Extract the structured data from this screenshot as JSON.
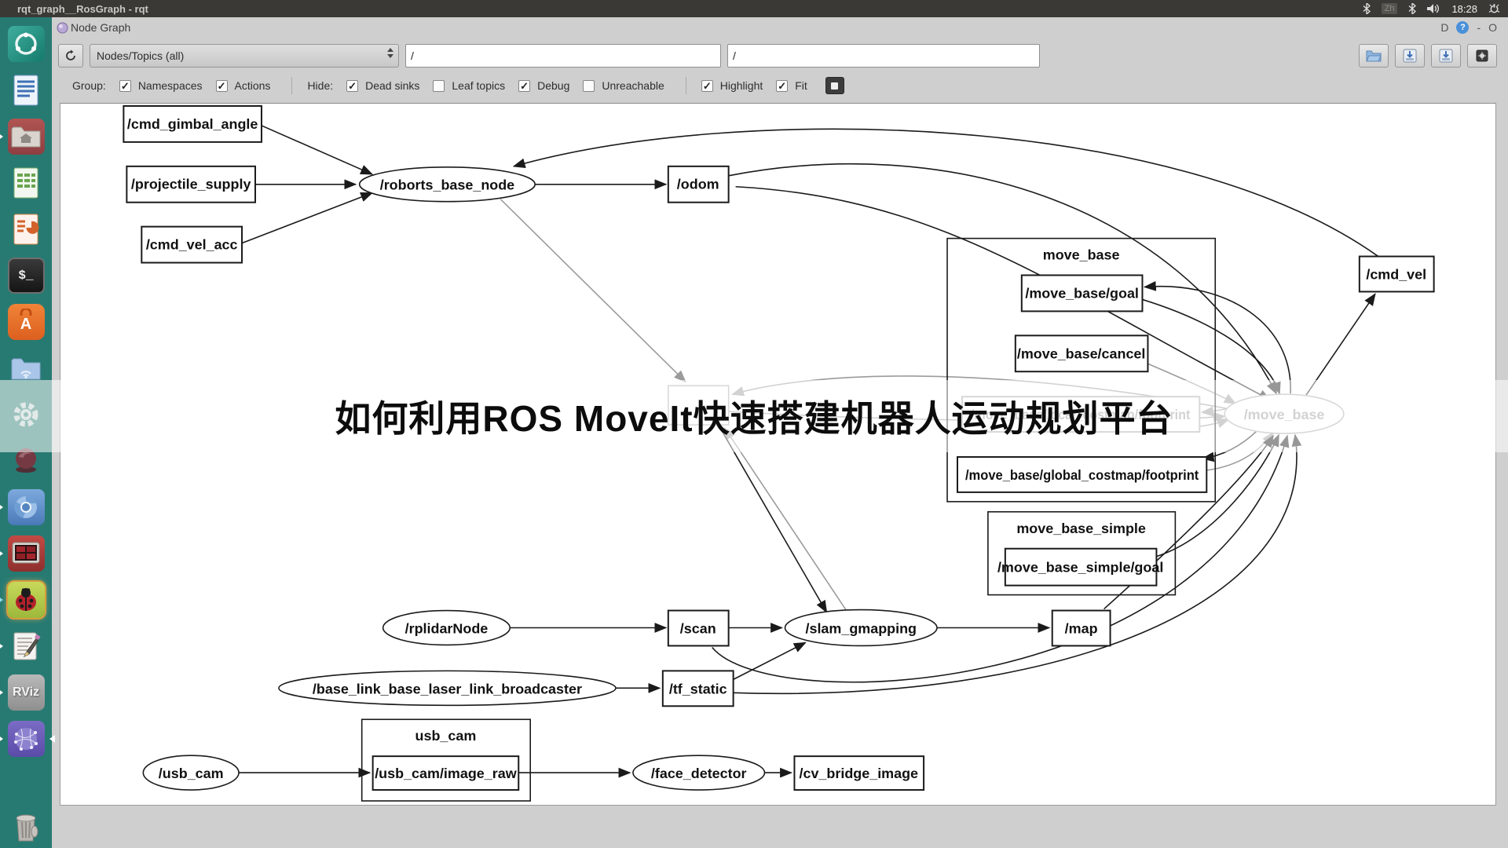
{
  "desktop": {
    "window_title": "rqt_graph__RosGraph - rqt",
    "tray": {
      "language_indicator": "Zh",
      "time": "18:28",
      "icons": [
        "bluetooth-icon",
        "keyboard-layout-badge",
        "bluetooth-icon",
        "volume-icon",
        "clock",
        "power-icon"
      ]
    }
  },
  "plugin": {
    "title": "Node Graph",
    "dock_buttons": {
      "dock": "D",
      "help": "?",
      "minimize": "-",
      "close": "O"
    }
  },
  "toolbar": {
    "combo_value": "Nodes/Topics (all)",
    "filter1": "/",
    "filter2": "/",
    "right_icons": [
      "open-folder-icon",
      "save-dot-icon",
      "save-as-icon",
      "save-image-icon"
    ]
  },
  "filter_bar": {
    "group_label": "Group:",
    "hide_label": "Hide:",
    "items": [
      {
        "label": "Namespaces",
        "check": "✓"
      },
      {
        "label": "Actions",
        "check": "✓"
      },
      {
        "label": "Dead sinks",
        "check": "✓"
      },
      {
        "label": "Leaf topics",
        "check": ""
      },
      {
        "label": "Debug",
        "check": "✓"
      },
      {
        "label": "Unreachable",
        "check": ""
      },
      {
        "label": "Highlight",
        "check": "✓"
      },
      {
        "label": "Fit",
        "check": "✓"
      }
    ]
  },
  "sidebar": {
    "items": [
      {
        "name": "ubuntu-dash"
      },
      {
        "name": "libreoffice-writer"
      },
      {
        "name": "home-folder"
      },
      {
        "name": "libreoffice-calc"
      },
      {
        "name": "libreoffice-impress"
      },
      {
        "name": "terminal"
      },
      {
        "name": "ubuntu-software"
      },
      {
        "name": "network-folder"
      },
      {
        "name": "settings-gear"
      },
      {
        "name": "red-swirl-app"
      },
      {
        "name": "chromium-browser"
      },
      {
        "name": "video-player"
      },
      {
        "name": "ladybug-app"
      },
      {
        "name": "text-editor"
      },
      {
        "name": "rviz"
      },
      {
        "name": "network-globe"
      },
      {
        "name": "trash"
      }
    ],
    "rviz_label": "RViz",
    "terminal_glyph": "$_"
  },
  "graph": {
    "watermark": "如何利用ROS MoveIt快速搭建机器人运动规划平台",
    "clusters": [
      {
        "label": "move_base"
      },
      {
        "label": "move_base_simple"
      },
      {
        "label": "usb_cam"
      }
    ],
    "nodes": [
      {
        "label": "/cmd_gimbal_angle"
      },
      {
        "label": "/projectile_supply"
      },
      {
        "label": "/cmd_vel_acc"
      },
      {
        "label": "/roborts_base_node"
      },
      {
        "label": "/odom"
      },
      {
        "label": "/move_base/goal"
      },
      {
        "label": "/move_base/cancel"
      },
      {
        "label": "/move_base/local_costmap/footprint"
      },
      {
        "label": "/move_base/global_costmap/footprint"
      },
      {
        "label": "/move_base"
      },
      {
        "label": "/cmd_vel"
      },
      {
        "label": "/move_base_simple/goal"
      },
      {
        "label": "/rplidarNode"
      },
      {
        "label": "/scan"
      },
      {
        "label": "/slam_gmapping"
      },
      {
        "label": "/map"
      },
      {
        "label": "/base_link_base_laser_link_broadcaster"
      },
      {
        "label": "/tf_static"
      },
      {
        "label": "/usb_cam/image_raw"
      },
      {
        "label": "/usb_cam"
      },
      {
        "label": "/face_detector"
      },
      {
        "label": "/cv_bridge_image"
      }
    ]
  }
}
